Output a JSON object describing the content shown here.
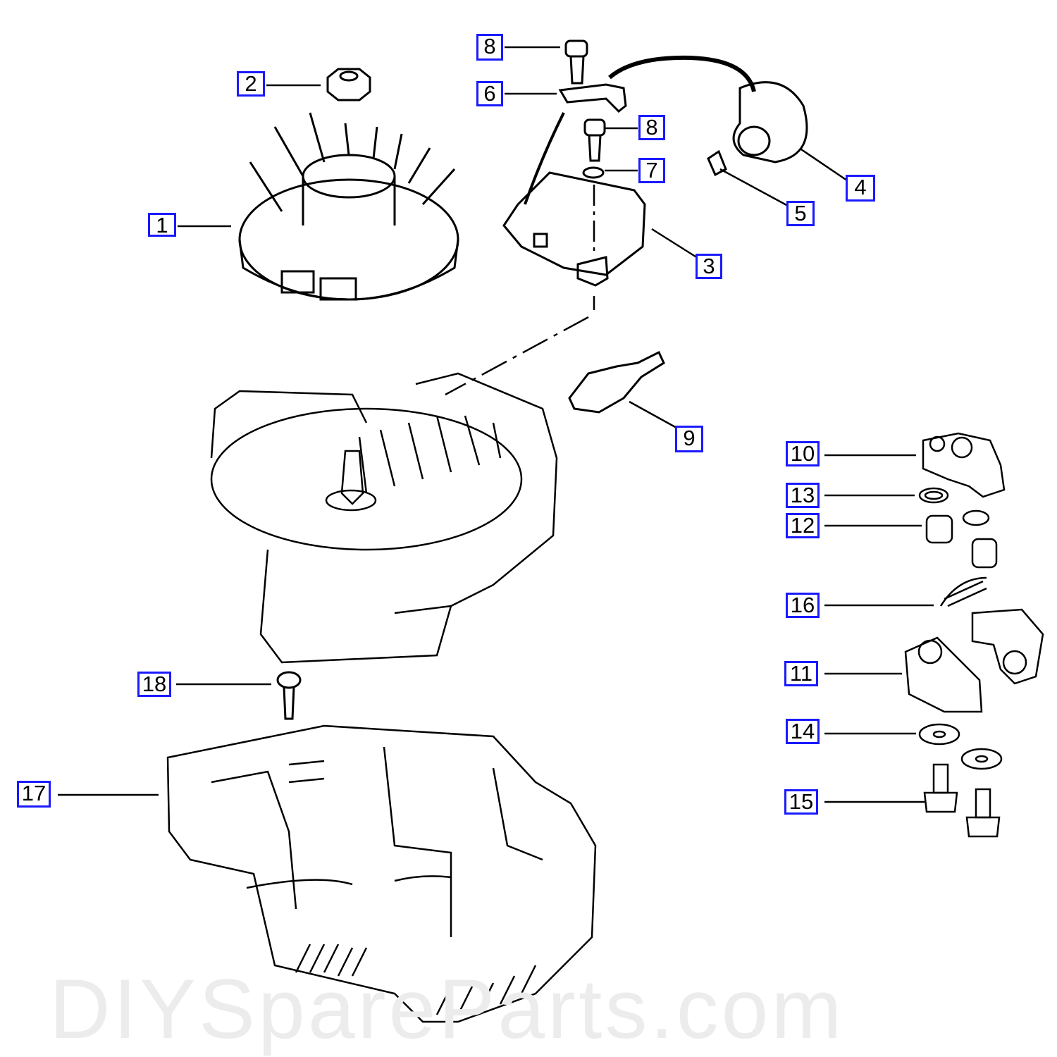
{
  "watermark": "DIYSpareParts.com",
  "colors": {
    "label_border": "#1a1aff",
    "line": "#000000"
  },
  "callouts": [
    {
      "number": "1",
      "part": "flywheel-fan"
    },
    {
      "number": "2",
      "part": "nut"
    },
    {
      "number": "8",
      "part": "screw-upper"
    },
    {
      "number": "6",
      "part": "bracket"
    },
    {
      "number": "8",
      "part": "screw-lower"
    },
    {
      "number": "7",
      "part": "washer"
    },
    {
      "number": "4",
      "part": "spark-plug-boot"
    },
    {
      "number": "5",
      "part": "spring"
    },
    {
      "number": "3",
      "part": "ignition-module"
    },
    {
      "number": "9",
      "part": "spark-plug"
    },
    {
      "number": "10",
      "part": "clutch-carrier"
    },
    {
      "number": "13",
      "part": "washer"
    },
    {
      "number": "12",
      "part": "sleeve"
    },
    {
      "number": "16",
      "part": "clutch-spring"
    },
    {
      "number": "11",
      "part": "clutch-shoe"
    },
    {
      "number": "14",
      "part": "washer"
    },
    {
      "number": "15",
      "part": "screw"
    },
    {
      "number": "18",
      "part": "screw"
    },
    {
      "number": "17",
      "part": "shroud"
    }
  ]
}
